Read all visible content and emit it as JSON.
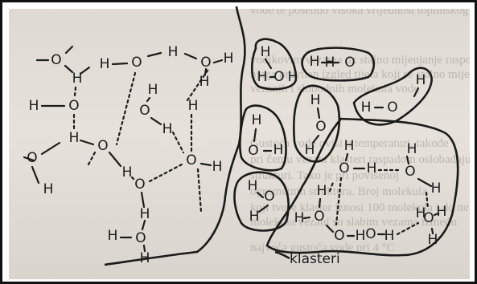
{
  "diagram": {
    "label": "klasteri",
    "atoms": {
      "oxygen": "O",
      "hydrogen": "H"
    }
  }
}
